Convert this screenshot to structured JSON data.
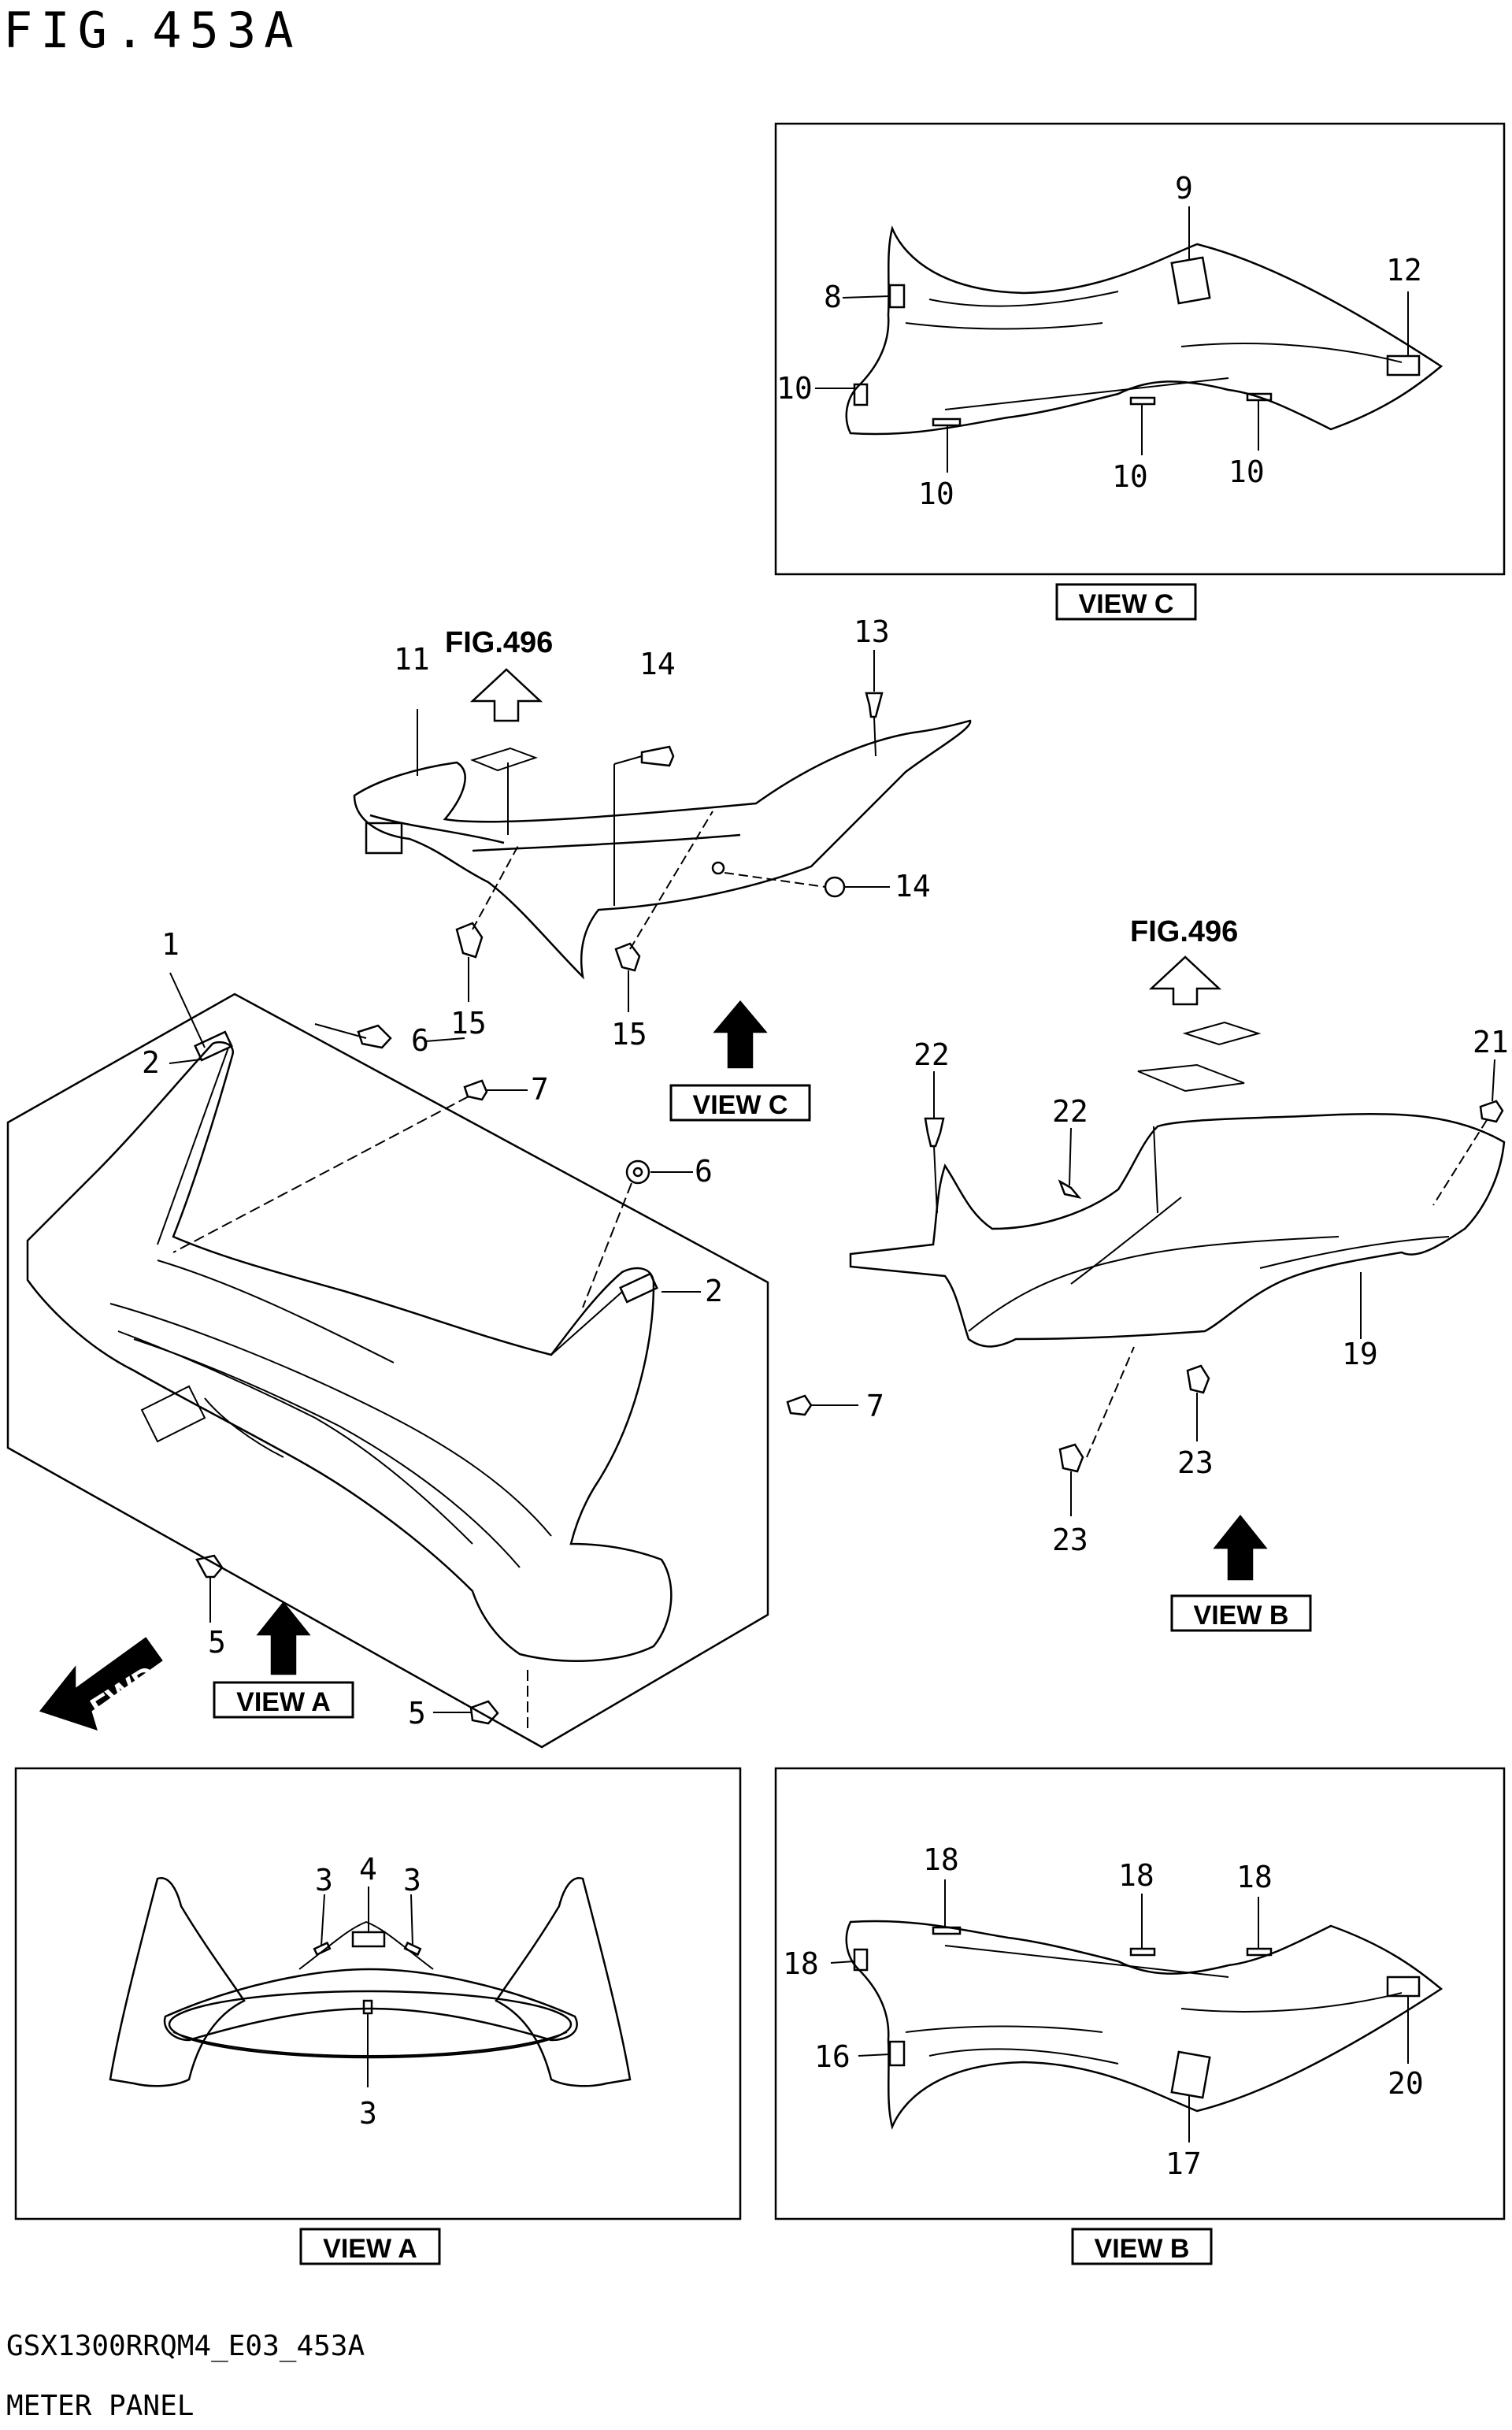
{
  "figure": {
    "title": "FIG.453A",
    "code": "GSX1300RRQM4_E03_453A",
    "caption": "METER PANEL"
  },
  "refs": {
    "fig_ref_c": "FIG.496",
    "fig_ref_b": "FIG.496"
  },
  "views": {
    "view_a": "VIEW A",
    "view_b": "VIEW B",
    "view_c": "VIEW C",
    "box_a": "VIEW A",
    "box_b": "VIEW B",
    "box_c": "VIEW C"
  },
  "fwd_label": "FWD",
  "callouts": {
    "c1": "1",
    "c2a": "2",
    "c2b": "2",
    "c3a": "3",
    "c3b": "3",
    "c3c": "3",
    "c4": "4",
    "c5a": "5",
    "c5b": "5",
    "c6a": "6",
    "c6b": "6",
    "c7a": "7",
    "c7b": "7",
    "c8": "8",
    "c9": "9",
    "c10a": "10",
    "c10b": "10",
    "c10c": "10",
    "c10d": "10",
    "c11": "11",
    "c12": "12",
    "c13": "13",
    "c14a": "14",
    "c14b": "14",
    "c15a": "15",
    "c15b": "15",
    "c16": "16",
    "c17": "17",
    "c18a": "18",
    "c18b": "18",
    "c18c": "18",
    "c18d": "18",
    "c19": "19",
    "c20": "20",
    "c21": "21",
    "c22a": "22",
    "c22b": "22",
    "c23a": "23",
    "c23b": "23"
  }
}
